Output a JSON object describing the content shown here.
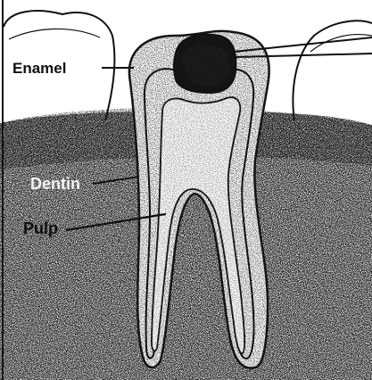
{
  "diagram": {
    "labels": {
      "enamel": "Enamel",
      "dentin": "Dentin",
      "pulp": "Pulp"
    }
  },
  "colors": {
    "ink": "#111111",
    "paper": "#ffffff",
    "gum": "#1a1a1a",
    "stipple": "#2b2b2b"
  }
}
